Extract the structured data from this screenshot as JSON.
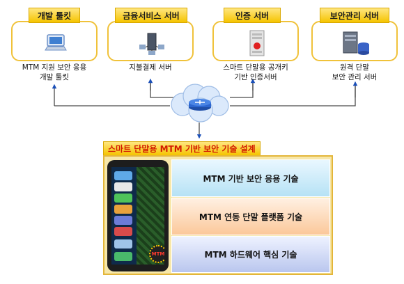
{
  "servers": [
    {
      "title": "개발 툴킷",
      "desc": "MTM 지원 보안 응용\n개발 툴킷",
      "icon": "laptop-icon"
    },
    {
      "title": "금융서비스 서버",
      "desc": "지불결제 서버",
      "icon": "network-server-icon"
    },
    {
      "title": "인증 서버",
      "desc": "스마트 단말용 공개키\n기반 인증서버",
      "icon": "server-rack-icon"
    },
    {
      "title": "보안관리 서버",
      "desc": "원격 단말\n보안 관리 서버",
      "icon": "database-server-icon"
    }
  ],
  "network": {
    "icon": "router-icon"
  },
  "tech": {
    "title": "스마트 단말용 MTM 기반 보안 기술 설계",
    "chip_label": "MTM",
    "layers": [
      "MTM 기반 보안 응용 기술",
      "MTM 연동 단말 플랫폼 기술",
      "MTM 하드웨어 핵심 기술"
    ]
  }
}
